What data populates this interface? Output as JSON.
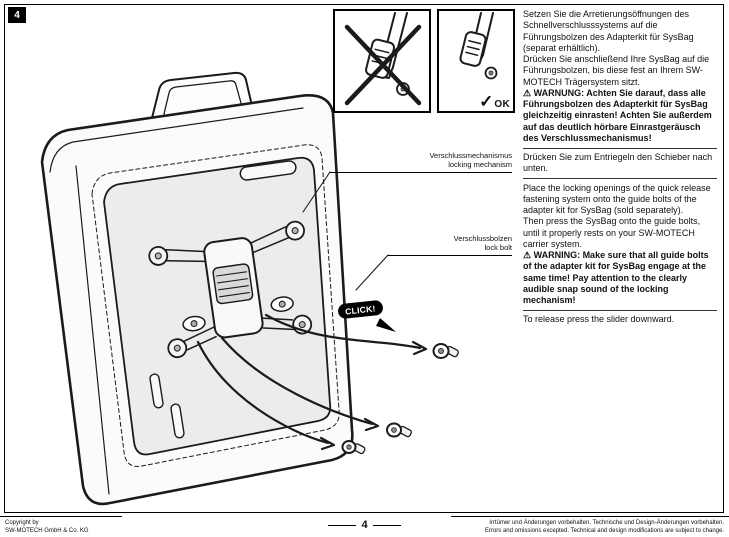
{
  "page": {
    "step_badge": "4"
  },
  "diagram": {
    "labels": {
      "locking_mechanism_de": "Verschlussmechanismus",
      "locking_mechanism_en": "locking mechanism",
      "lock_bolt_de": "Verschlussbolzen",
      "lock_bolt_en": "lock bolt",
      "click_badge": "CLICK!"
    },
    "insets": {
      "ok_check": "✓",
      "ok_label": "OK"
    }
  },
  "instructions_de": {
    "para1": "Setzen Sie die Arretierungsöffnungen des Schnellverschlusssystems auf die Führungsbolzen des Adapterkit für SysBag (separat erhältlich).",
    "para2": "Drücken Sie anschließend Ihre SysBag auf die Führungsbolzen, bis diese fest an Ihrem SW-MOTECH Trägersystem sitzt.",
    "warning": "⚠ WARNUNG: Achten Sie darauf, dass alle Führungsbolzen des Adapterkit für SysBag gleichzeitig einrasten! Achten Sie außerdem auf das deutlich hörbare Einrastgeräusch des Verschlussmechanismus!",
    "para3": "Drücken Sie zum Entriegeln den Schieber nach unten."
  },
  "instructions_en": {
    "para1": "Place the locking openings of the quick release fastening system onto the guide bolts of the adapter kit for SysBag (sold separately).",
    "para2": "Then press the SysBag onto the guide bolts, until it properly rests on your SW-MOTECH carrier system.",
    "warning": "⚠ WARNING: Make sure that all guide bolts of the adapter kit for SysBag engage at the same time! Pay attention to the clearly audible snap sound of the locking mechanism!",
    "para3": "To release press the slider downward."
  },
  "footer": {
    "copyright_line1": "Copyright by",
    "copyright_line2": "SW-MOTECH GmbH & Co. KG",
    "page_number": "4",
    "disclaimer_de": "Irrtümer und Änderungen vorbehalten. Technische und Design-Änderungen vorbehalten.",
    "disclaimer_en": "Errors and omissions excepted. Technical and design modifications are subject to change."
  }
}
